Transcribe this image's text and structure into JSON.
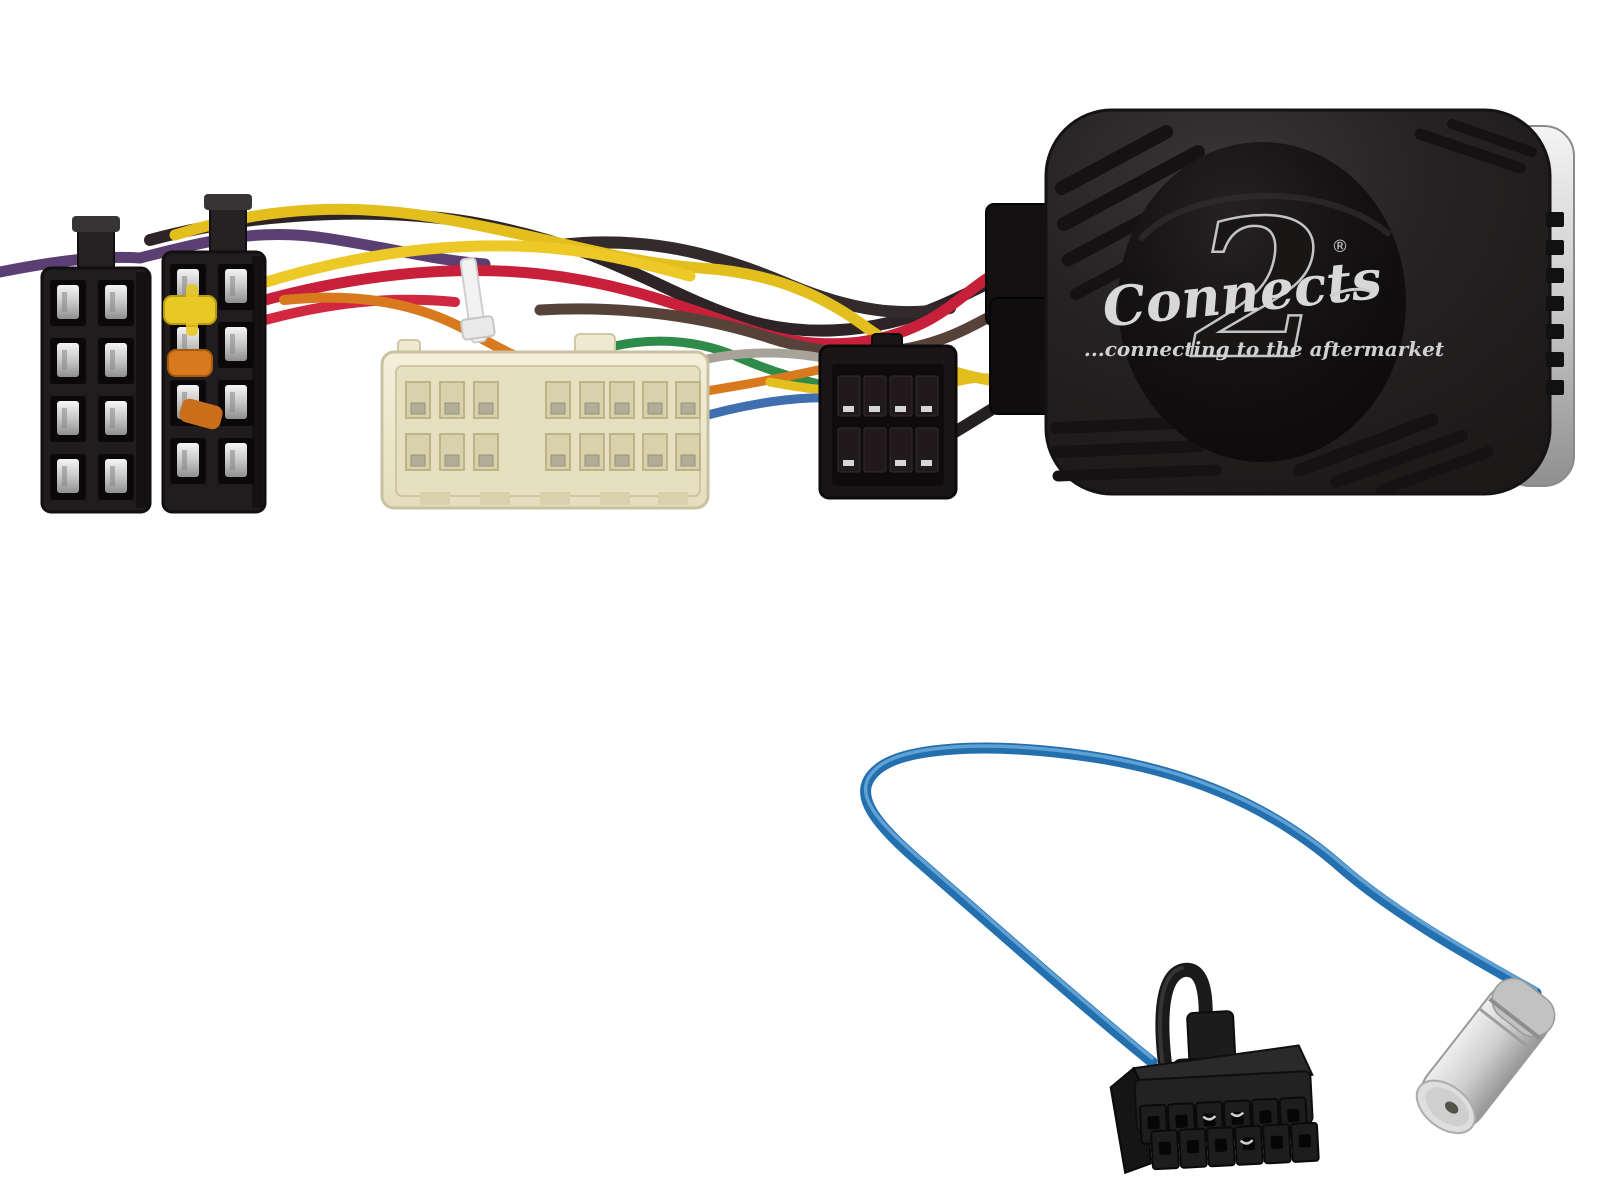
{
  "scene": {
    "type": "product-photo",
    "background": "#ffffff",
    "subject": "Steering wheel control interface harness with ISO connectors, vehicle connector, Connects2 interface box and blue antenna adapter lead"
  },
  "branding": {
    "script": "Connects",
    "numeral": "2",
    "registered": "®",
    "tagline": "...connecting to the aftermarket",
    "logo_color": "#d6d6d6",
    "label_background": "#0d0b0c"
  },
  "components": {
    "iso_connector_a": "black ISO connector (8 terminals)",
    "iso_connector_b": "black ISO connector (8 terminals)",
    "vehicle_connector": "cream vehicle-specific connector (16-way)",
    "iso_plug": "black ISO plug (8-way)",
    "interface_box": "black Connects2 interface module",
    "cable_tie": "white cable tie",
    "antenna_lead": "blue antenna adapter lead",
    "molex_connector": "black 12-way connector",
    "din_plug": "silver DIN antenna plug"
  },
  "wire_colors": {
    "yellow": "#e3bf1e",
    "red": "#c8203a",
    "orange": "#d8791d",
    "purple": "#5b3f72",
    "black": "#2e2427",
    "brown": "#57423a",
    "green": "#2f8b49",
    "blue": "#3f6fae",
    "gray": "#a8a398"
  },
  "body_colors": {
    "connector_black": "#211d1f",
    "vehicle_connector_cream": "#efe9cf",
    "box_black": "#242021",
    "port_strip_gray": "#b5b5b5",
    "antenna_blue": "#2f7fc1",
    "plug_silver": "#d9d9d9"
  }
}
